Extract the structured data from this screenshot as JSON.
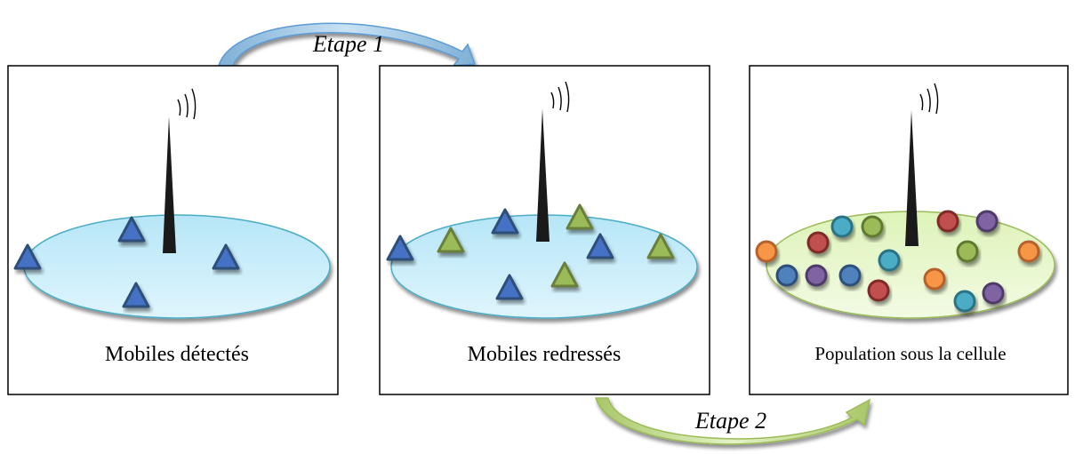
{
  "panels": [
    {
      "caption": "Mobiles détectés"
    },
    {
      "caption": "Mobiles redressés"
    },
    {
      "caption": "Population sous la cellule"
    }
  ],
  "steps": {
    "step1": "Etape 1",
    "step2": "Etape 2"
  },
  "colors": {
    "disk_blue": "#c8ecf8",
    "disk_green": "#e6f7c8",
    "mobile_blue": "#4472c4",
    "mobile_green": "#77933c",
    "dot_orange": "#f79646",
    "dot_red": "#c0504d",
    "dot_teal": "#4bacc6",
    "dot_green": "#9bbb59",
    "dot_purple": "#8064a2",
    "dot_blue": "#4f81bd",
    "arrow_blue": "#9dc3e6",
    "arrow_green": "#c4dd8c"
  },
  "icons": [
    "antenna-icon",
    "signal-waves-icon",
    "triangle-mobile-icon",
    "circle-person-icon",
    "curved-arrow-icon"
  ]
}
